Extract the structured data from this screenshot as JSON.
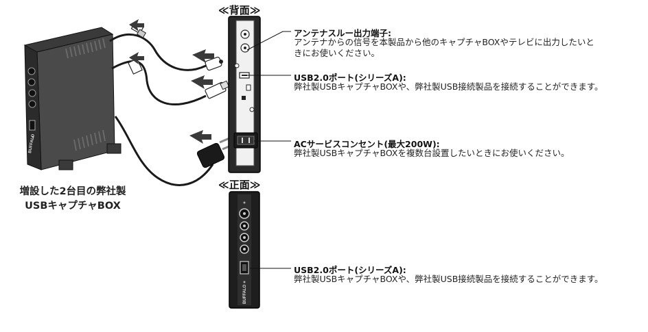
{
  "labels": {
    "rear_heading": "≪背面≫",
    "front_heading": "≪正面≫",
    "device_caption_line1": "増設した2台目の弊社製",
    "device_caption_line2": "USBキャプチャBOX",
    "brand": "BUFFALO"
  },
  "annotations": {
    "antenna": {
      "title": "アンテナスルー出力端子:",
      "desc_line1": "アンテナからの信号を本製品から他のキャプチャBOXやテレビに出力したいと",
      "desc_line2": "きにお使いください。"
    },
    "usb_rear": {
      "title": "USB2.0ポート(シリーズA):",
      "desc": "弊社製USBキャプチャBOXや、弊社製USB接続製品を接続することができます。"
    },
    "ac": {
      "title": "ACサービスコンセント(最大200W):",
      "desc": "弊社製USBキャプチャBOXを複数台設置したいときにお使いください。"
    },
    "usb_front": {
      "title": "USB2.0ポート(シリーズA):",
      "desc": "弊社製USBキャプチャBOXや、弊社製USB接続製品を接続することができます。"
    }
  },
  "icons": [
    "cable-arrow-icon",
    "antenna-plug-icon",
    "usb-plug-icon",
    "ac-plug-icon"
  ]
}
